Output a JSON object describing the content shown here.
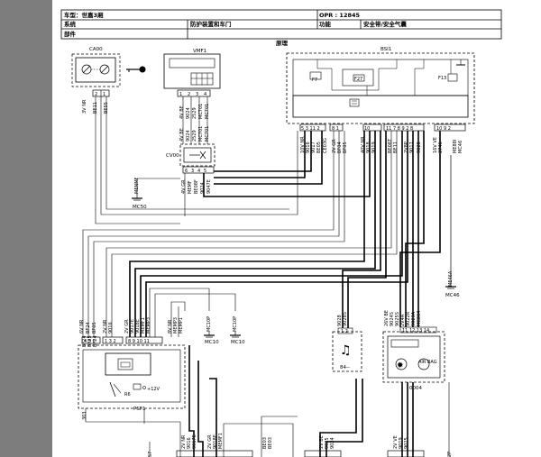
{
  "header": {
    "vehicle": "车型：世嘉3厢",
    "opr": "OPR : 12845",
    "system_label": "系统",
    "system_value": "防护装置和车门",
    "function_label": "功能",
    "function_value": "安全带/安全气囊",
    "parts_label": "部件",
    "schematic": "原理"
  },
  "components": {
    "ca00": "CA00",
    "vmf1": "VMF1",
    "bsi1": "BSI1",
    "cv00": "CV00",
    "psf1": "PSF1",
    "c0004": "0004",
    "mc50": "MC50",
    "mc10a": "MC10",
    "mc10b": "MC10",
    "mc46": "MC46",
    "me46a": "ME46A",
    "mc10p_a": "MC10P",
    "mc10p_b": "MC10P",
    "menmf": "MENMF",
    "f7": "F7",
    "f13": "F13",
    "f27": "F27",
    "r6": "R6",
    "v12": "+12V",
    "c84": "84--",
    "n303": "303",
    "n57": "57",
    "n2p": "2P",
    "aircbag": "AIR BAG"
  },
  "wires": {
    "ca00_a": "BE11",
    "ca00_b": "3V NR",
    "ca00_c": "BE55",
    "vmf1_a": "4V BE",
    "vmf1_b": "9024",
    "vmf1_c": "2529",
    "vmf1_d": "MC701",
    "vmf1_e": "MC701",
    "cv00_a": "4V BE",
    "cv00_b": "9024",
    "cv00_c": "2529",
    "cv00_d": "MC701",
    "cv00_e": "MC701",
    "cv00_f": "4V GR",
    "cv00_g": "MEMF",
    "cv00_h": "BE08F",
    "cv00_i": "9024",
    "cv00_j": "9047E",
    "bsi_a": "10V NR",
    "bsi_b": "9016",
    "bsi_c": "9017",
    "bsi_d": "BE05",
    "bsi_e": "CE03G",
    "bsi_f": "2V GR",
    "bsi_g": "BF04",
    "bsi_h": "BF05",
    "bsi_i": "40V NR",
    "bsi_j": "9018",
    "bsi_k": "9019",
    "bsi_l": "BE08T",
    "bsi_m": "BE11",
    "bsi_n": "2V8P",
    "bsi_o": "9017",
    "bsi_p": "9028",
    "bsi_q": "16V VE",
    "bsi_r": "2746",
    "bsi_s": "ME88I",
    "bsi_t": "MC46",
    "bsi_pins": "10",
    "psf_a": "6V NR",
    "psf_b": "BF24",
    "psf_c": "BF05",
    "psf_d": "2V NR",
    "psf_e": "9016",
    "psf_f": "2V GR",
    "psf_g": "9017E",
    "psf_h": "9018E",
    "psf_i": "MEMF1",
    "psf_j": "MEMP3",
    "psf_k": "BF24",
    "psf_l": "8V NR",
    "psf_m": "MEMP3",
    "psf_n": "MEMP1",
    "psf_o": "BF24",
    "psf_p": "BF25",
    "c84_a": "9028",
    "c84_b": "9028S",
    "c0004_a": "26V BE",
    "c0004_b": "9024S",
    "c0004_c": "9025S",
    "c0004_d": "2V4A",
    "c0004_e": "9022R",
    "c0004_f": "9023A",
    "c0004_g": "MC004",
    "bot_a": "2V NR",
    "bot_b": "9016",
    "bot_c": "9017E",
    "bot_d": "2V GR",
    "bot_e": "9018E",
    "bot_f": "MEMF1",
    "bot_g": "BE03",
    "bot_h": "BE03",
    "bot_i": "2V BE",
    "bot_j": "9025",
    "bot_k": "9024",
    "bot_l": "2V VE",
    "bot_m": "9019",
    "bot_n": "9025"
  }
}
